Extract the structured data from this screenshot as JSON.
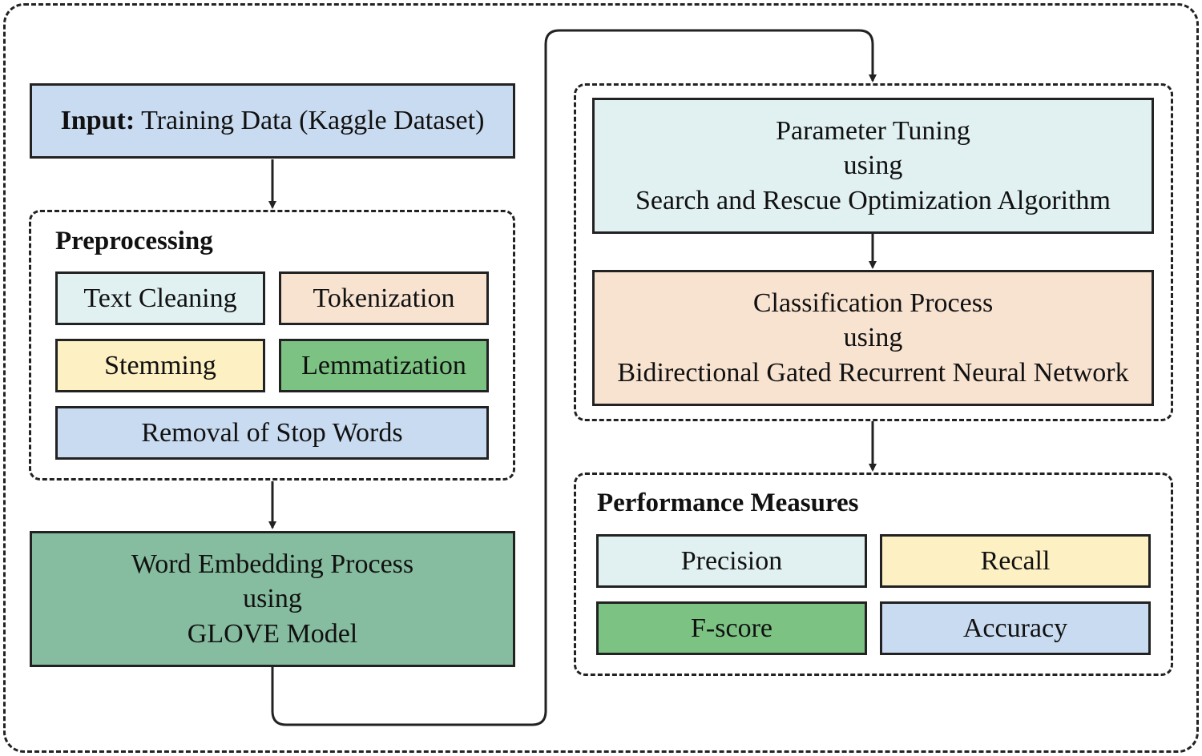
{
  "colors": {
    "blue": "#c9dbf0",
    "light_cyan": "#e1f1f1",
    "peach": "#f8e3d1",
    "yellow": "#fdf0c3",
    "green": "#7cc383",
    "teal": "#86bc9f",
    "stroke": "#222222"
  },
  "input": {
    "prefix": "Input:",
    "text": " Training Data (Kaggle Dataset)"
  },
  "preprocessing": {
    "heading": "Preprocessing",
    "text_cleaning": "Text Cleaning",
    "tokenization": "Tokenization",
    "stemming": "Stemming",
    "lemmatization": "Lemmatization",
    "stop_words": "Removal of Stop Words"
  },
  "embedding": {
    "line1": "Word Embedding Process",
    "line2": "using",
    "line3": "GLOVE Model"
  },
  "tuning": {
    "line1": "Parameter Tuning",
    "line2": "using",
    "line3": "Search and Rescue Optimization Algorithm"
  },
  "classification": {
    "line1": "Classification Process",
    "line2": "using",
    "line3": "Bidirectional Gated Recurrent Neural Network"
  },
  "performance": {
    "heading": "Performance Measures",
    "precision": "Precision",
    "recall": "Recall",
    "fscore": "F-score",
    "accuracy": "Accuracy"
  }
}
